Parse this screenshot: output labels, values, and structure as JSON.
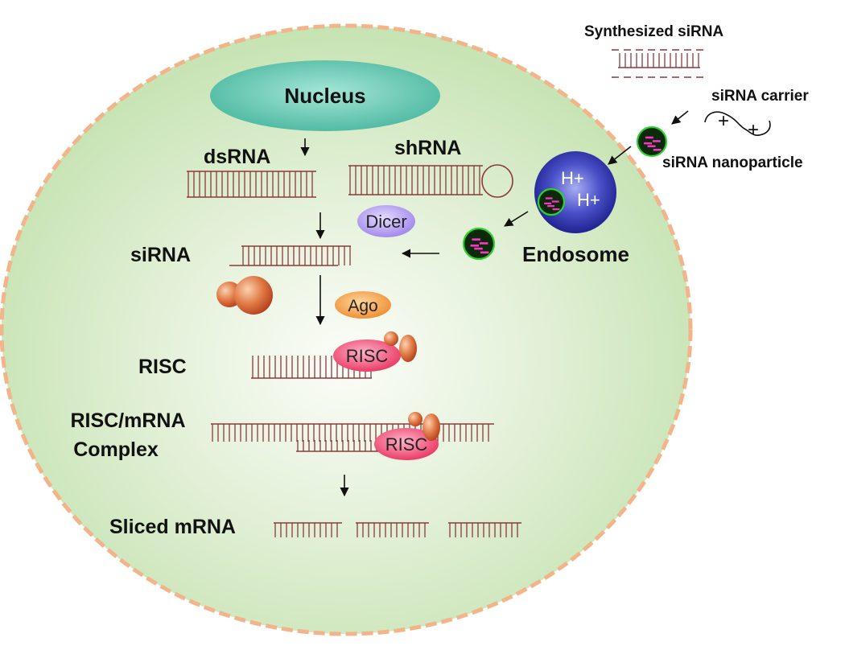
{
  "labels": {
    "nucleus": "Nucleus",
    "synthesized_sirna": "Synthesized siRNA",
    "sirna_carrier": "siRNA carrier",
    "sirna_nanoparticle": "siRNA nanoparticle",
    "endosome": "Endosome",
    "dsrna": "dsRNA",
    "shrna": "shRNA",
    "dicer": "Dicer",
    "sirna": "siRNA",
    "ago": "Ago",
    "risc": "RISC",
    "risc_protein": "RISC",
    "risc_protein_2": "RISC",
    "risc_mrna_line1": "RISC/mRNA",
    "risc_mrna_line2": "Complex",
    "sliced_mrna": "Sliced mRNA",
    "proton_1": "H+",
    "proton_2": "H+",
    "plus_1": "+",
    "plus_2": "+"
  },
  "colors": {
    "cell_fill": "#cfe8bd",
    "cell_center": "#f7fbf2",
    "cell_membrane": "#f2b48a",
    "nucleus": "#5ec4ad",
    "rna_strand": "#8b3a3a",
    "dicer": "#b9a4f2",
    "ago": "#f39a3d",
    "risc": "#f04c78",
    "endosome": "#2b2ea8",
    "nanoparticle_core": "#0a2a0a",
    "nanoparticle_ring": "#2fd12f",
    "nanoparticle_payload": "#ff33cc",
    "protein": "#d9572b"
  }
}
